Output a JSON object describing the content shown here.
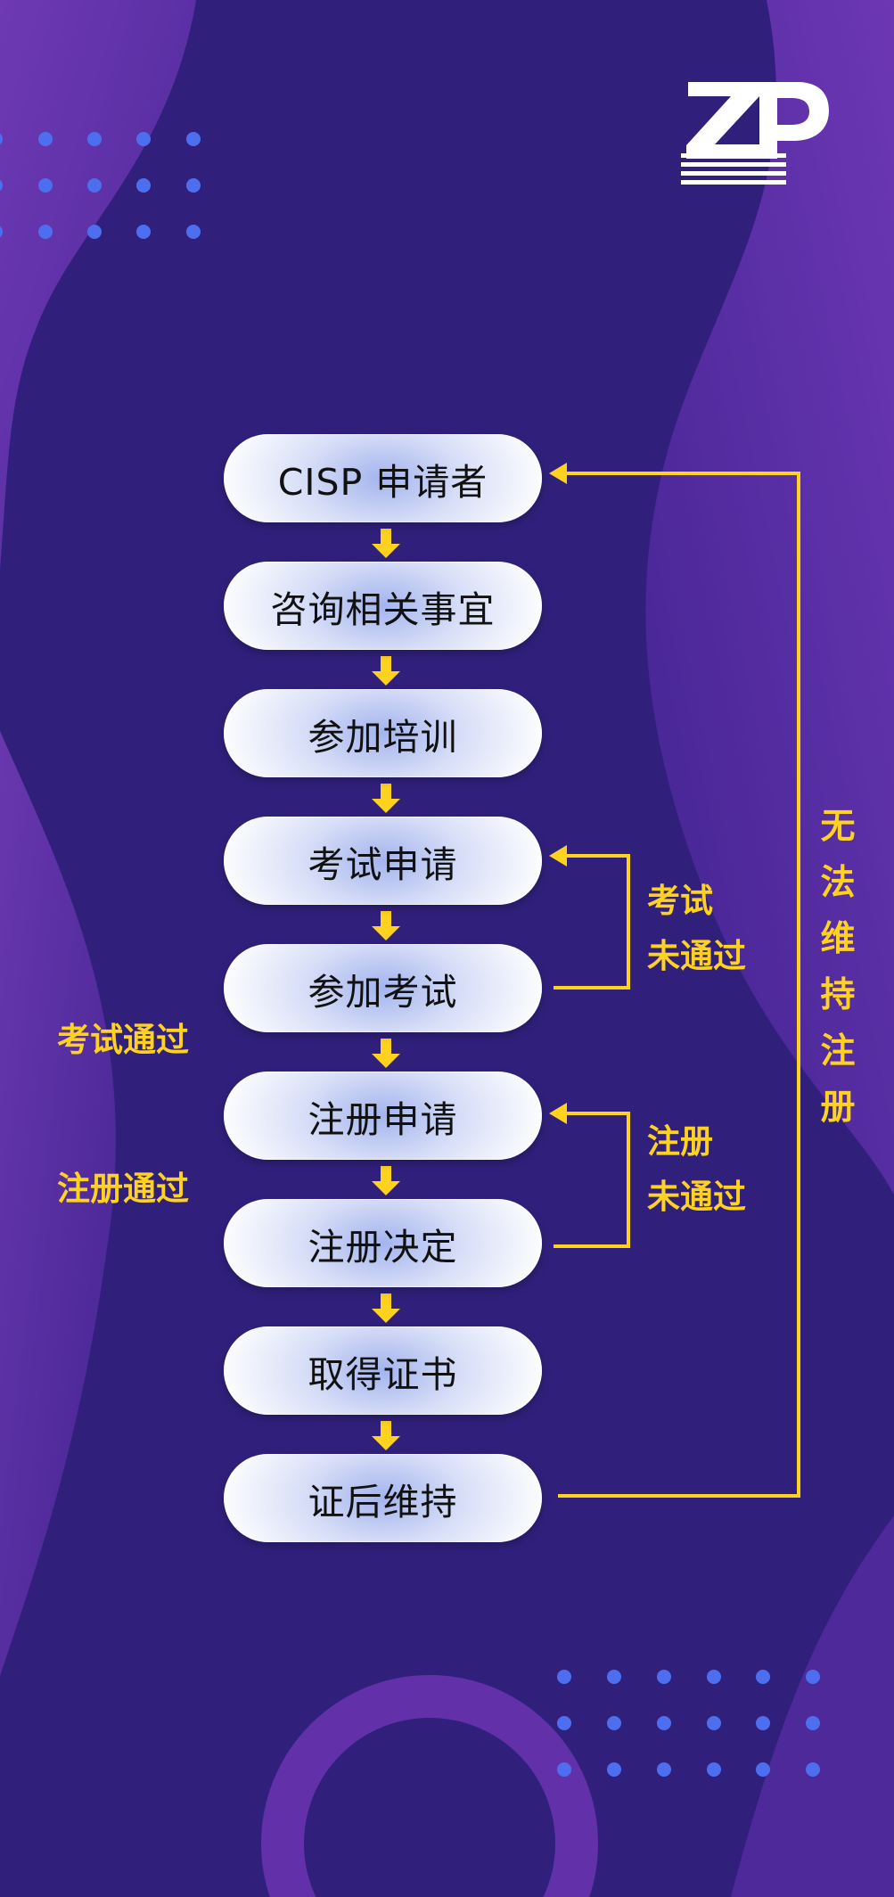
{
  "flow": {
    "steps": [
      "CISP 申请者",
      "咨询相关事宜",
      "参加培训",
      "考试申请",
      "参加考试",
      "注册申请",
      "注册决定",
      "取得证书",
      "证后维持"
    ],
    "notes": {
      "exam_pass": "考试通过",
      "register_pass": "注册通过",
      "exam_fail_line1": "考试",
      "exam_fail_line2": "未通过",
      "register_fail_line1": "注册",
      "register_fail_line2": "未通过",
      "cannot_maintain_chars": [
        "无",
        "法",
        "维",
        "持",
        "注",
        "册"
      ]
    }
  },
  "colors": {
    "background": "#30207c",
    "accent_yellow": "#ffd21f",
    "purple_wave": "#6f3bb4",
    "dot_blue": "#4d6fef"
  },
  "logo": {
    "icon": "zp-logo-icon"
  }
}
